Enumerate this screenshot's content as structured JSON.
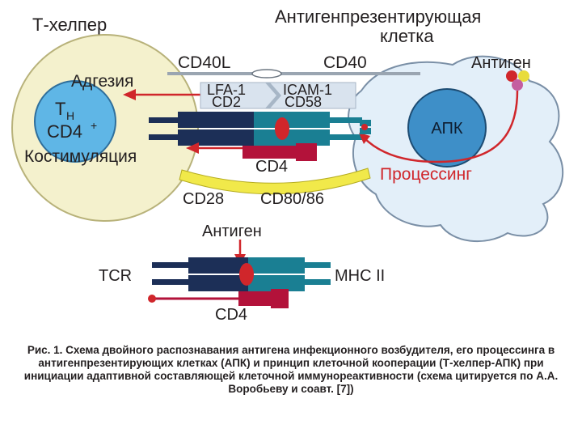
{
  "diagram": {
    "t_helper_title": "Т-хелпер",
    "apc_title_line1": "Антигенпрезентирующая",
    "apc_title_line2": "клетка",
    "cd40l": "CD40L",
    "cd40": "CD40",
    "antigen_top": "Антиген",
    "adhesion": "Адгезия",
    "lfa1": "LFA-1",
    "icam1": "ICAM-1",
    "cd2": "CD2",
    "cd58": "CD58",
    "th_T": "T",
    "th_sub": "H",
    "cd4_plus_base": "CD4",
    "cd4_plus_sup": "+",
    "apc_label": "АПК",
    "costimulation": "Костимуляция",
    "cd4_top": "CD4",
    "processing": "Процессинг",
    "cd28": "CD28",
    "cd80_86": "CD80/86",
    "antigen_bottom": "Антиген",
    "tcr": "TCR",
    "mhc2": "MHC II",
    "cd4_bottom": "CD4",
    "colors": {
      "receptor_dark": "#1c2f57",
      "receptor_teal": "#1a7f93",
      "accent_red": "#d0262b",
      "crimson": "#b3123a",
      "th_cell_fill": "#f4f1cd",
      "th_nucleus": "#5fb6e6",
      "apc_fill": "#e3eff9",
      "apc_nucleus": "#3e8fc8",
      "yellow_band": "#f1e94a"
    }
  },
  "caption": {
    "lead": "Рис. 1.",
    "text": "Схема двойного распознавания антигена инфекционного возбудителя, его процессинга в антигенпрезентирующих клетках (АПК) и принцип клеточной кооперации (Т-хелпер-АПК) при инициации адаптивной составляющей клеточной иммунореактивности (схема цитируется по А.А. Воробьеву и соавт. [7])"
  }
}
